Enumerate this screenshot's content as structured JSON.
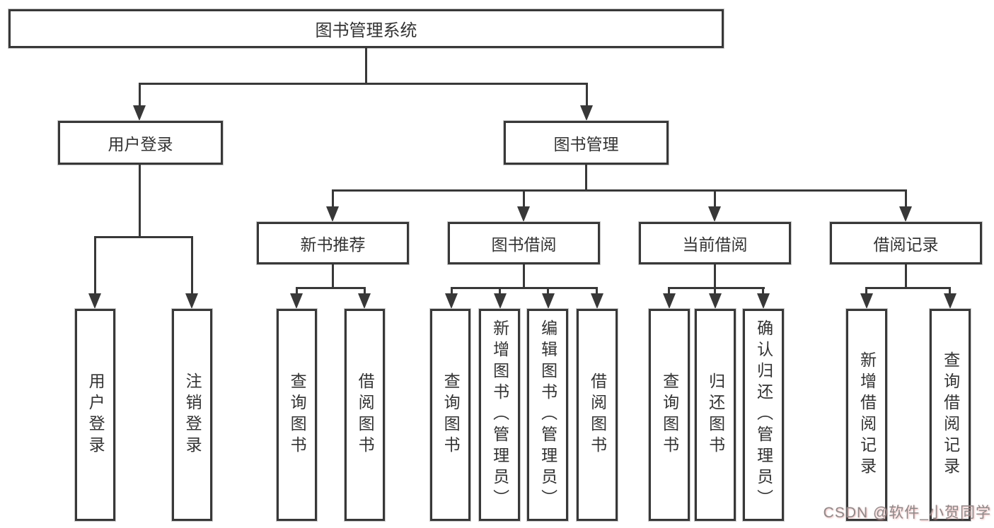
{
  "diagram": {
    "watermark": "CSDN @软件_小贺同学",
    "colors": {
      "line": "#383838",
      "box_border": "#383838",
      "box_background": "#ffffff",
      "text": "#333333",
      "watermark": "#8f8989"
    },
    "tree": {
      "root": {
        "label": "图书管理系统"
      },
      "branches": [
        {
          "label": "用户登录",
          "children": [
            "用户登录",
            "注销登录"
          ]
        },
        {
          "label": "图书管理",
          "children": [
            {
              "label": "新书推荐",
              "children": [
                "查询图书",
                "借阅图书"
              ]
            },
            {
              "label": "图书借阅",
              "children": [
                "查询图书",
                "新增图书（管理员）",
                "编辑图书（管理员）",
                "借阅图书"
              ]
            },
            {
              "label": "当前借阅",
              "children": [
                "查询图书",
                "归还图书",
                "确认归还（管理员）"
              ]
            },
            {
              "label": "借阅记录",
              "children": [
                "新增借阅记录",
                "查询借阅记录"
              ]
            }
          ]
        }
      ]
    }
  }
}
